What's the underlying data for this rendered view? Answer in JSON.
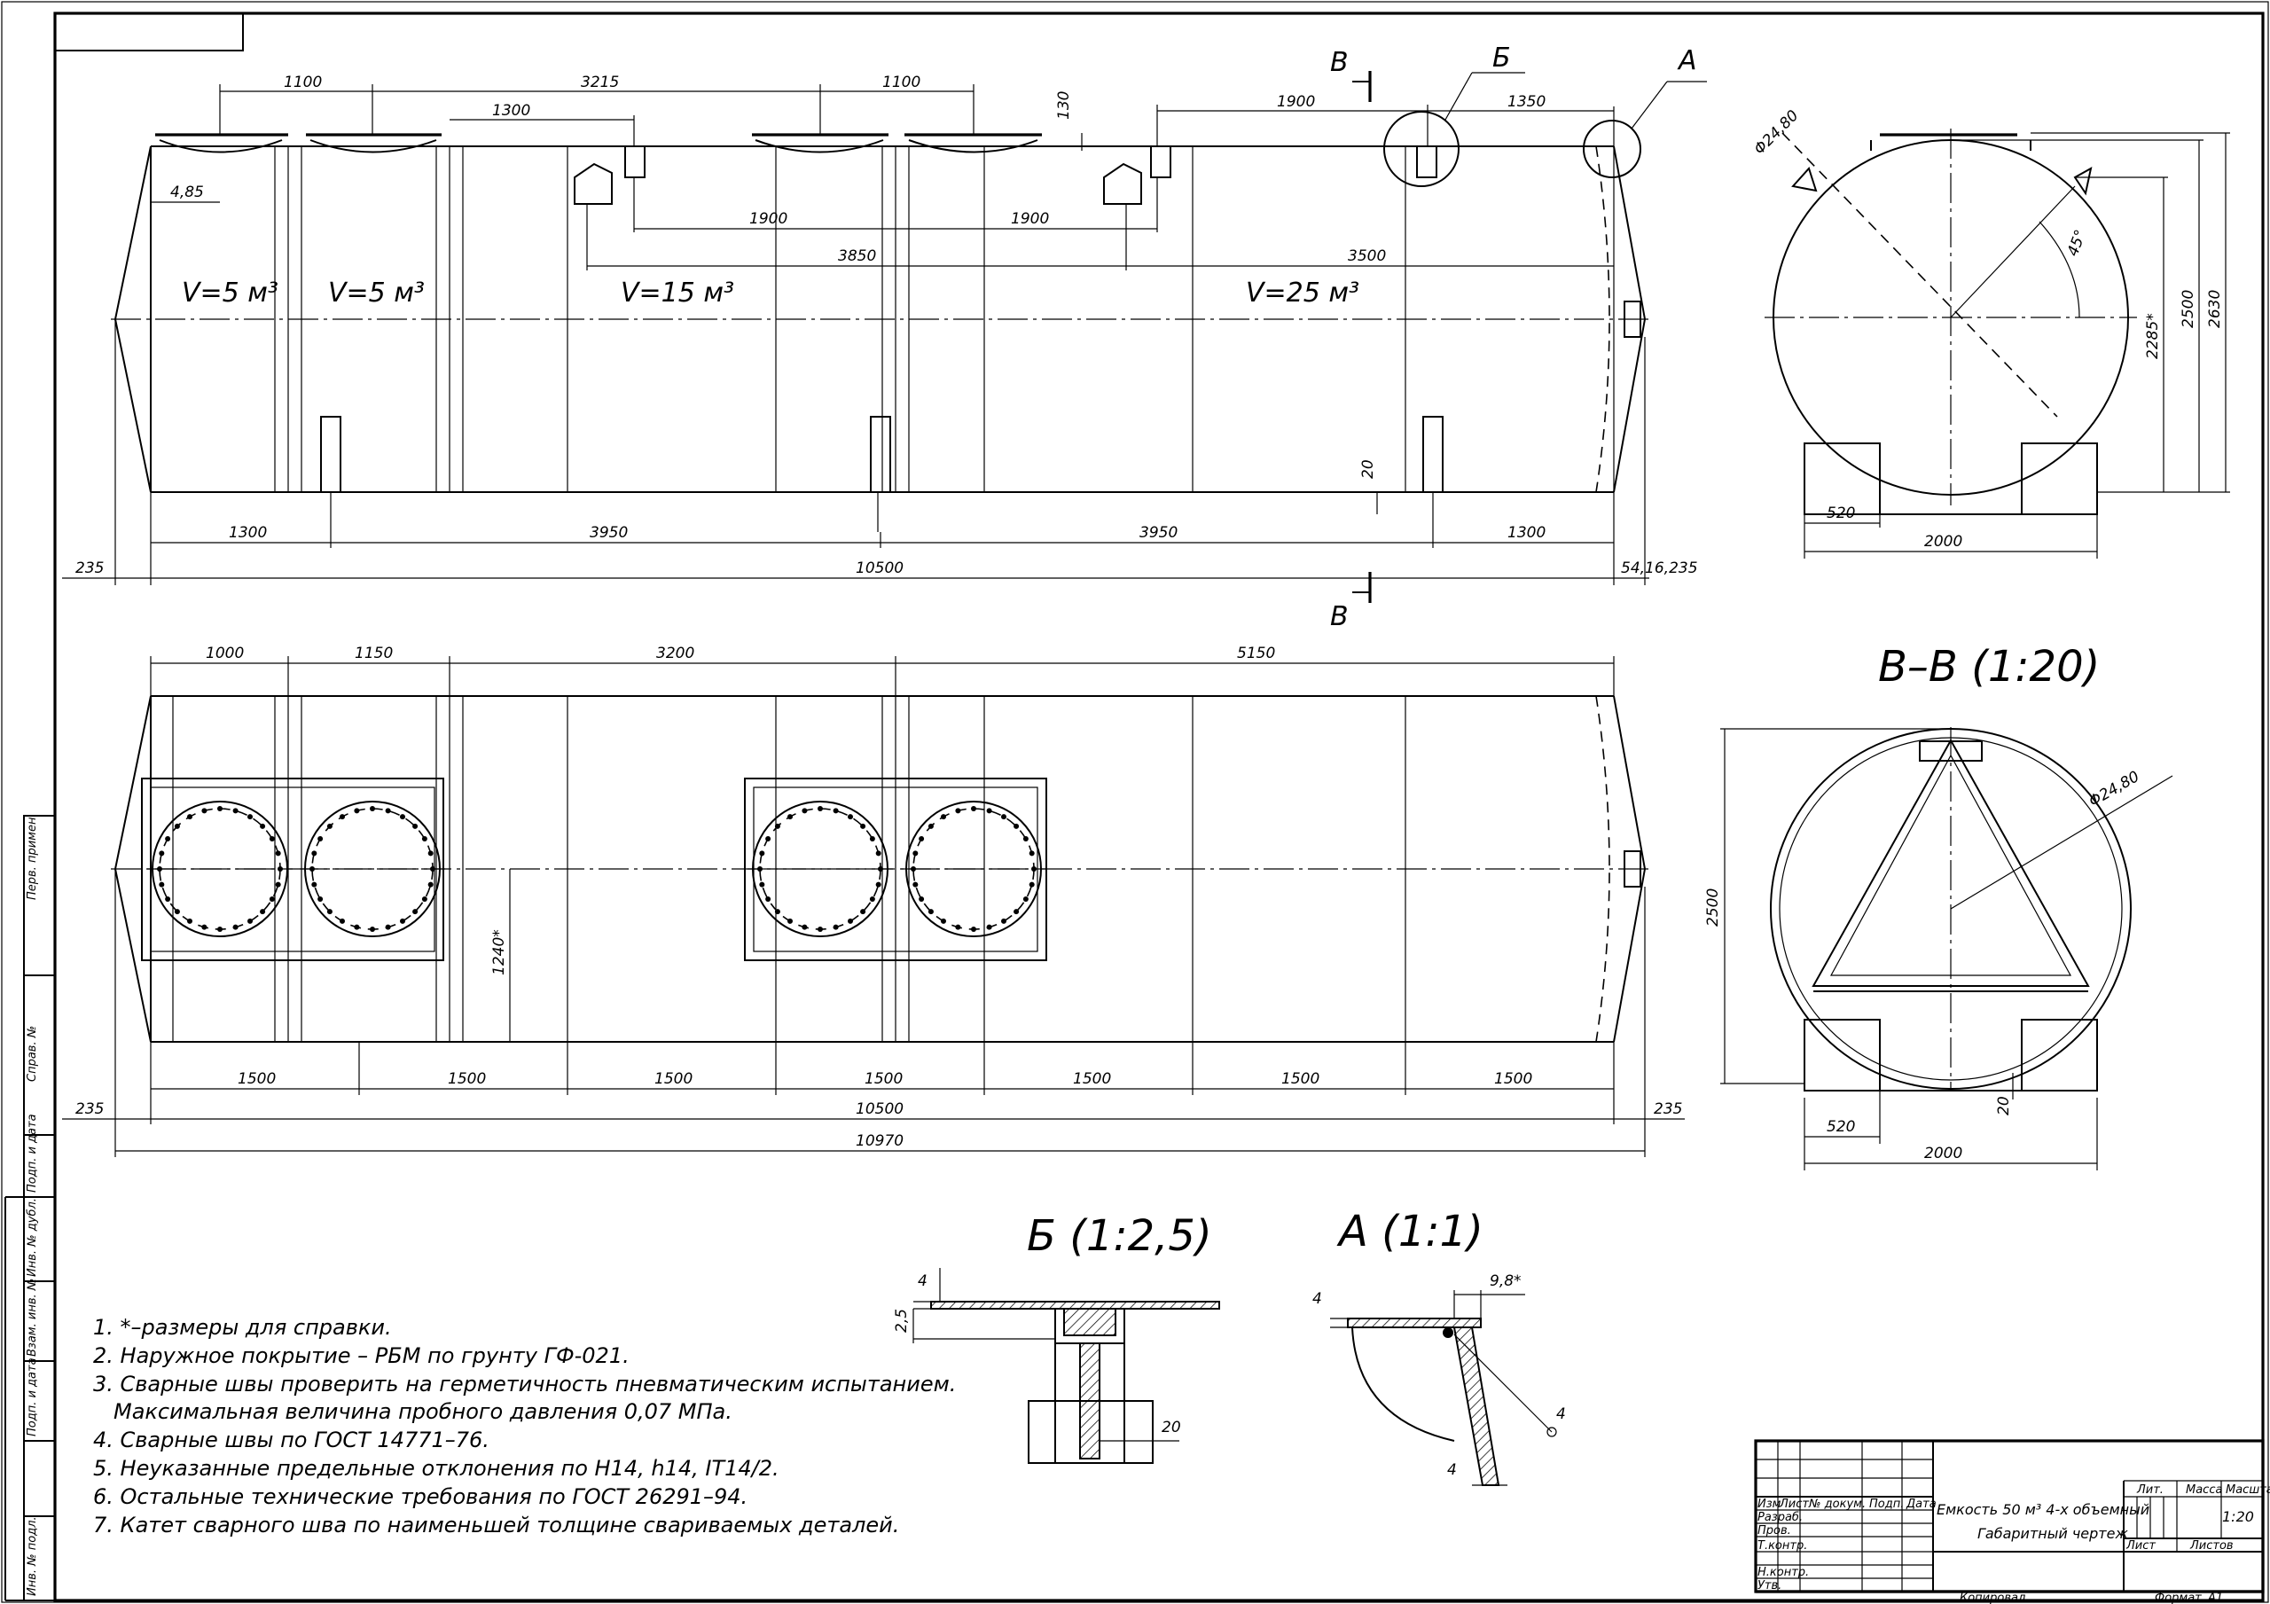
{
  "labels": {
    "section_b_mark": "В",
    "section_b_mark_bottom": "В",
    "callout_b": "Б",
    "callout_a": "А",
    "section_view_title": "В–В (1:20)",
    "detail_b_title": "Б (1:2,5)",
    "detail_a_title": "А (1:1)"
  },
  "volumes": [
    "V=5 м³",
    "V=5 м³",
    "V=15 м³",
    "V=25 м³"
  ],
  "front_dims": {
    "top": [
      "1100",
      "3215",
      "1100",
      "1300",
      "1350",
      "1900",
      "130",
      "4,85"
    ],
    "mid": [
      "1900",
      "1900",
      "3850",
      "3500"
    ],
    "bottom": [
      "1300",
      "3950",
      "3950",
      "1300"
    ],
    "total": "10500",
    "left_end": "235",
    "right_end": "54,16,235",
    "leg": "20"
  },
  "end_view_dims": {
    "diameter": "Φ24,80",
    "angle": "45°",
    "h1": "2285*",
    "h2": "2500",
    "h3": "2630",
    "w1": "520",
    "w2": "2000"
  },
  "plan_dims": {
    "top": [
      "1000",
      "1150",
      "3200",
      "5150"
    ],
    "bottom": [
      "1500",
      "1500",
      "1500",
      "1500",
      "1500",
      "1500",
      "1500"
    ],
    "total": "10500",
    "overall": "10970",
    "left_end": "235",
    "right_end": "235",
    "height": "1240*"
  },
  "section_dims": {
    "diameter": "Φ24,80",
    "h": "2500",
    "w1": "520",
    "w2": "2000",
    "leg": "20"
  },
  "detail_b_dims": {
    "t": "4",
    "h": "2,5",
    "w": "20"
  },
  "detail_a_dims": {
    "t": "4",
    "w": "9,8*",
    "weld": "4",
    "leg": "4"
  },
  "notes": [
    "1. *–размеры для справки.",
    "2. Наружное покрытие – РБМ по грунту ГФ-021.",
    "3. Сварные швы проверить на герметичность пневматическим испытанием.",
    "Максимальная величина пробного давления 0,07 МПа.",
    "4. Сварные швы по ГОСТ 14771–76.",
    "5. Неуказанные предельные отклонения по H14, h14, IT14/2.",
    "6. Остальные технические требования по ГОСТ 26291–94.",
    "7. Катет сварного шва по наименьшей толщине свариваемых деталей."
  ],
  "side_stamp": [
    "Перв. примен.",
    "Справ. №",
    "Подп. и дата",
    "Инв. № дубл.",
    "Взам. инв. №",
    "Подп. и дата",
    "Инв. № подл."
  ],
  "title_block": {
    "title": "Емкость 50 м³ 4-х объемный",
    "subtitle": "Габаритный чертеж",
    "cols": [
      "Изм",
      "Лист",
      "№ докум.",
      "Подп.",
      "Дата"
    ],
    "rows": [
      "Разраб.",
      "Пров.",
      "Т.контр.",
      "Н.контр.",
      "Утв."
    ],
    "lit": "Лит.",
    "mass": "Масса",
    "scale": "Масштаб",
    "scale_value": "1:20",
    "sheet": "Лист",
    "sheets": "Листов",
    "copied": "Копировал",
    "format": "Формат",
    "format_value": "А1"
  }
}
